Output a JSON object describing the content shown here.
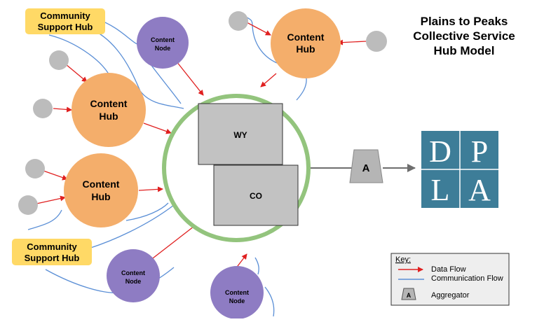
{
  "title": {
    "line1": "Plains to Peaks",
    "line2": "Collective Service",
    "line3": "Hub Model"
  },
  "content_hub": {
    "line1": "Content",
    "line2": "Hub"
  },
  "content_node": {
    "line1": "Content",
    "line2": "Node"
  },
  "community_support_hub": {
    "line1": "Community",
    "line2": "Support Hub"
  },
  "states": {
    "wy": "WY",
    "co": "CO"
  },
  "aggregator_label": "A",
  "dpla": {
    "d": "D",
    "p": "P",
    "l": "L",
    "a": "A"
  },
  "key": {
    "title": "Key:",
    "data_flow": "Data Flow",
    "communication_flow": "Communication Flow",
    "aggregator": "Aggregator",
    "aggregator_symbol": "A"
  },
  "colors": {
    "hub_fill": "#f4ae6b",
    "node_fill": "#8e7cc3",
    "csh_fill": "#ffd966",
    "ring": "#93c47d",
    "data_flow": "#e02020",
    "communication_flow": "#5b8fd6",
    "dpla": "#3d7d98"
  }
}
